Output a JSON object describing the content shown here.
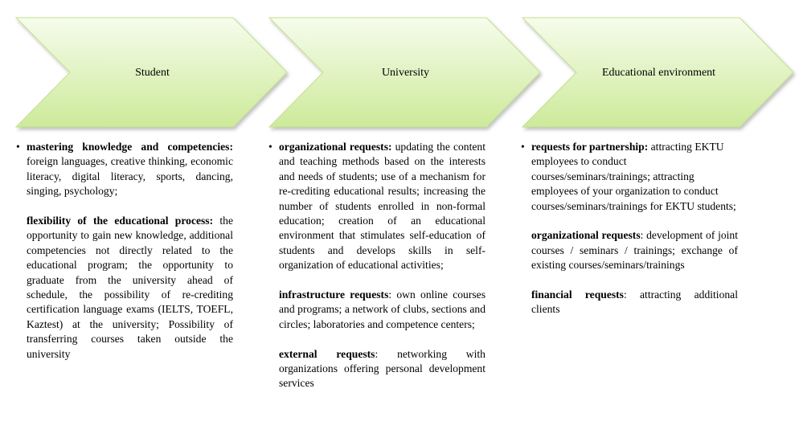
{
  "columns": [
    {
      "heading": "Student",
      "blocks": [
        {
          "bold": "mastering knowledge and competencies:",
          "text": " foreign languages, creative thinking, economic literacy, digital literacy, sports, dancing, singing, psychology;"
        },
        {
          "bold": "flexibility of the educational process:",
          "text": " the opportunity to gain new knowledge, additional competencies not directly related to the educational program; the opportunity to graduate from the university ahead of schedule, the possibility of re-crediting certification language exams (IELTS, TOEFL, Kaztest) at the university; Possibility of transferring courses taken outside the university"
        }
      ]
    },
    {
      "heading": "University",
      "blocks": [
        {
          "bold": "organizational requests:",
          "text": " updating the content and teaching methods based on the interests and needs of students; use of a mechanism for re-crediting educational results; increasing the number of students enrolled in non-formal education; creation of an educational environment that stimulates self-education of students and develops skills in self-organization of educational activities;"
        },
        {
          "bold": "infrastructure requests",
          "text": ": own online courses and programs; a network of clubs, sections and circles; laboratories and competence centers;"
        },
        {
          "bold": "external requests",
          "text": ": networking with organizations offering personal development services"
        }
      ]
    },
    {
      "heading": "Educational environment",
      "blocks": [
        {
          "bold": "requests for partnership:",
          "text": " attracting EKTU employees to conduct courses/seminars/trainings; attracting employees of your organization to conduct courses/seminars/trainings for EKTU students;"
        },
        {
          "bold": "organizational requests",
          "text": ": development of joint courses / seminars / trainings; exchange of existing courses/seminars/trainings"
        },
        {
          "bold": "financial requests",
          "text": ": attracting additional clients"
        }
      ]
    }
  ],
  "bullet_symbol": "•",
  "colors": {
    "arrow_top": "#f4fbe9",
    "arrow_bottom": "#cfee9c",
    "arrow_stroke": "#c4e08e"
  }
}
